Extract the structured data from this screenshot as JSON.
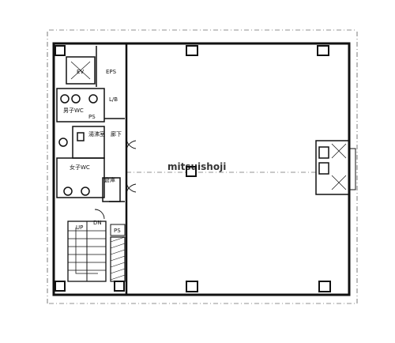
{
  "watermark": "mitsuishoji",
  "labels": {
    "ev": "EV",
    "eps": "EPS",
    "ps": "PS",
    "lift": "L/B",
    "hall": "廊下",
    "wc_male": "男子WC",
    "kitchen": "湯沸室",
    "wc_female": "女子WC",
    "storage": "倉庫",
    "up": "UP",
    "dn": "DN",
    "ps2": "PS"
  },
  "colors": {
    "line": "#111111",
    "paper": "#ffffff"
  }
}
